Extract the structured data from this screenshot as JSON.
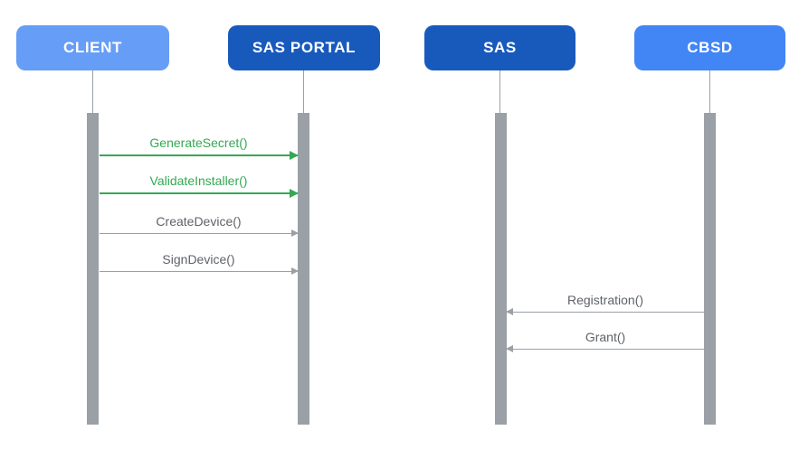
{
  "diagram": {
    "type": "sequence-diagram",
    "actors": [
      {
        "id": "client",
        "label": "CLIENT",
        "color": "#669DF6"
      },
      {
        "id": "sas-portal",
        "label": "SAS PORTAL",
        "color": "#185ABC"
      },
      {
        "id": "sas",
        "label": "SAS",
        "color": "#185ABC"
      },
      {
        "id": "cbsd",
        "label": "CBSD",
        "color": "#4285F4"
      }
    ],
    "messages": [
      {
        "label": "GenerateSecret()",
        "from": "CLIENT",
        "to": "SAS PORTAL",
        "direction": "right",
        "color": "#34A853"
      },
      {
        "label": "ValidateInstaller()",
        "from": "CLIENT",
        "to": "SAS PORTAL",
        "direction": "right",
        "color": "#34A853"
      },
      {
        "label": "CreateDevice()",
        "from": "CLIENT",
        "to": "SAS PORTAL",
        "direction": "right",
        "color": "#5F6368"
      },
      {
        "label": "SignDevice()",
        "from": "CLIENT",
        "to": "SAS PORTAL",
        "direction": "right",
        "color": "#5F6368"
      },
      {
        "label": "Registration()",
        "from": "CBSD",
        "to": "SAS",
        "direction": "left",
        "color": "#5F6368"
      },
      {
        "label": "Grant()",
        "from": "CBSD",
        "to": "SAS",
        "direction": "left",
        "color": "#5F6368"
      }
    ],
    "colors": {
      "background": "#FFFFFF",
      "green_accent": "#34A853",
      "gray_message_text": "#5F6368",
      "gray_arrow_line": "#9AA0A6",
      "lifeline_bar": "#9AA0A6",
      "actor_text": "#FFFFFF"
    }
  }
}
